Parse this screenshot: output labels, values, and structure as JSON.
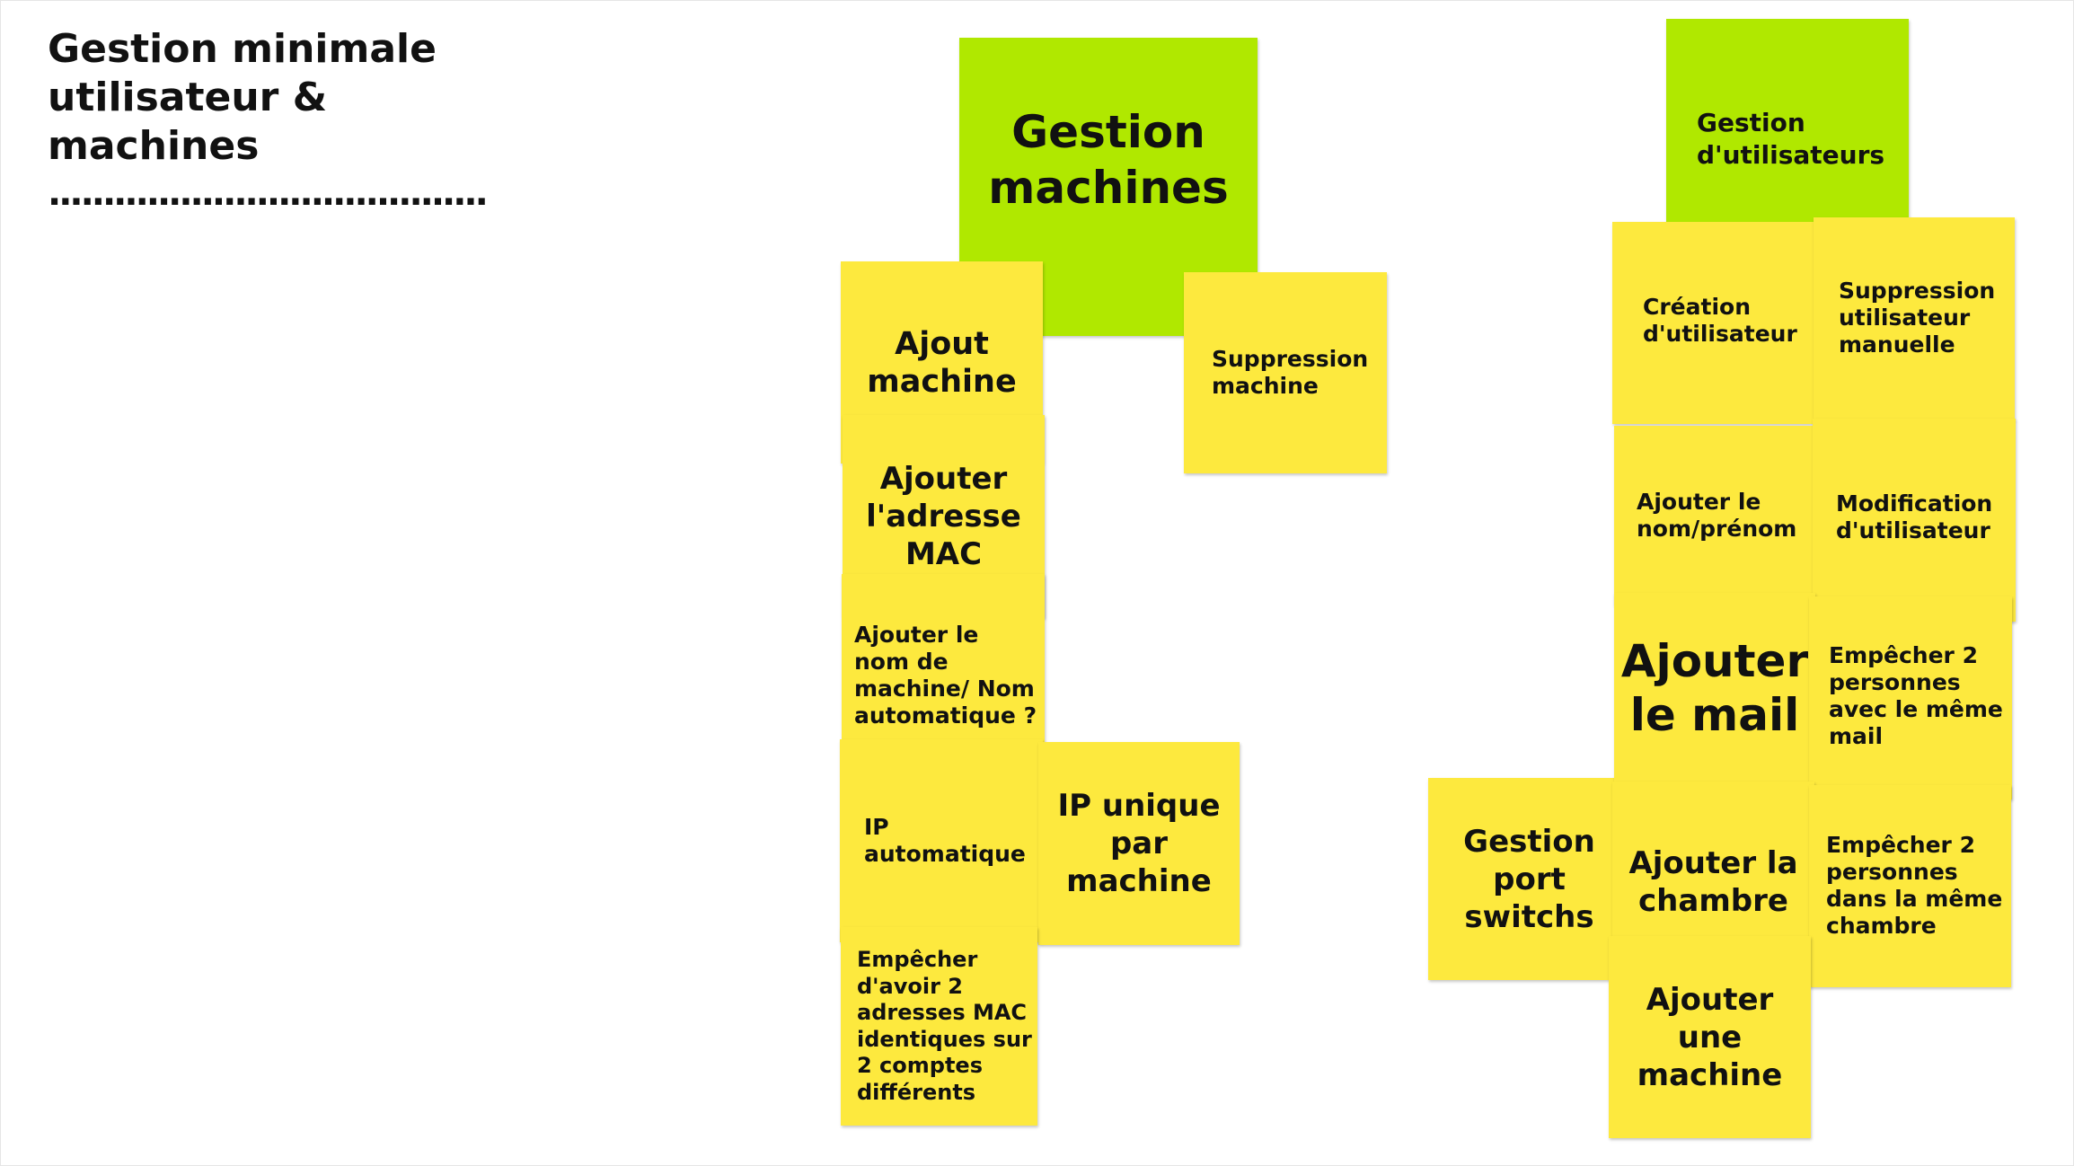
{
  "title": "Gestion minimale\nutilisateur  &\nmachines",
  "title_underline": "........................................",
  "colors": {
    "sticky_yellow": "#fde93e",
    "sticky_green": "#b0e800"
  },
  "machines": {
    "header": "Gestion\nmachines",
    "ajout": "Ajout\nmachine",
    "suppression": "Suppression\nmachine",
    "mac": "Ajouter\nl'adresse\nMAC",
    "nom": "Ajouter le\nnom de\nmachine/ Nom\nautomatique ?",
    "ip_auto": "IP\nautomatique",
    "ip_unique": "IP unique\npar\nmachine",
    "empecher_mac": "Empêcher\nd'avoir 2\nadresses MAC\nidentiques sur\n2 comptes\ndifférents"
  },
  "port_switchs": "Gestion\nport\nswitchs",
  "users": {
    "header": "Gestion\nd'utilisateurs",
    "creation": "Création\nd'utilisateur",
    "suppression": "Suppression\nutilisateur\nmanuelle",
    "nom_prenom": "Ajouter le\nnom/prénom",
    "modification": "Modification\nd'utilisateur",
    "mail": "Ajouter\nle mail",
    "empecher_mail": "Empêcher 2\npersonnes\navec le même\nmail",
    "chambre": "Ajouter la\nchambre",
    "empecher_chambre": "Empêcher 2\npersonnes\ndans la même\nchambre",
    "machine": "Ajouter\nune\nmachine"
  }
}
